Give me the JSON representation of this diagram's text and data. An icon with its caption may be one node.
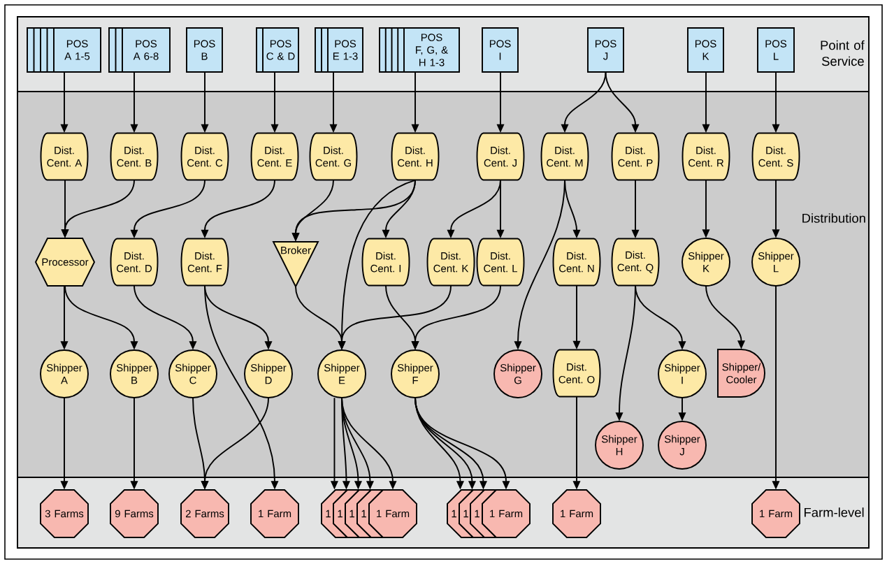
{
  "diagram": {
    "nodes": [
      {
        "text": [
          "Point of Service"
        ]
      },
      {
        "text": [
          "Distribution"
        ]
      },
      {
        "text": [
          "Farm-level"
        ]
      },
      {
        "text": [
          "POS A 1-5"
        ],
        "in": 0
      },
      {
        "text": [
          "POS A 6-8"
        ],
        "in": 0
      },
      {
        "text": [
          "POS B"
        ],
        "in": 0
      },
      {
        "text": [
          "POS C & D"
        ],
        "in": 0
      },
      {
        "text": [
          "POS E 1-3"
        ],
        "in": 0
      },
      {
        "text": [
          "POS F, G, & H 1-3"
        ],
        "in": 0
      },
      {
        "text": [
          "POS I"
        ],
        "in": 0
      },
      {
        "text": [
          "POS J"
        ],
        "in": 0
      },
      {
        "text": [
          "POS K"
        ],
        "in": 0
      },
      {
        "text": [
          "POS L"
        ],
        "in": 0
      },
      {
        "text": [
          "Dist. Cent. A"
        ],
        "in": 1
      },
      {
        "text": [
          "Dist. Cent. B"
        ],
        "in": 1
      },
      {
        "text": [
          "Dist. Cent. C"
        ],
        "in": 1
      },
      {
        "text": [
          "Dist. Cent. E"
        ],
        "in": 1
      },
      {
        "text": [
          "Dist. Cent. G"
        ],
        "in": 1
      },
      {
        "text": [
          "Dist. Cent. H"
        ],
        "in": 1
      },
      {
        "text": [
          "Dist. Cent. J"
        ],
        "in": 1
      },
      {
        "text": [
          "Dist. Cent. M"
        ],
        "in": 1
      },
      {
        "text": [
          "Dist. Cent. P"
        ],
        "in": 1
      },
      {
        "text": [
          "Dist. Cent. R"
        ],
        "in": 1
      },
      {
        "text": [
          "Dist. Cent. S"
        ],
        "in": 1
      },
      {
        "text": [
          "Processor"
        ],
        "in": 1
      },
      {
        "text": [
          "Dist. Cent. D"
        ],
        "in": 1
      },
      {
        "text": [
          "Dist. Cent. F"
        ],
        "in": 1
      },
      {
        "text": [
          "Broker"
        ],
        "in": 1
      },
      {
        "text": [
          "Dist. Cent. I"
        ],
        "in": 1
      },
      {
        "text": [
          "Dist. Cent. K"
        ],
        "in": 1
      },
      {
        "text": [
          "Dist. Cent. L"
        ],
        "in": 1
      },
      {
        "text": [
          "Dist. Cent. N"
        ],
        "in": 1
      },
      {
        "text": [
          "Dist. Cent. Q"
        ],
        "in": 1
      },
      {
        "text": [
          "Shipper K"
        ],
        "in": 1
      },
      {
        "text": [
          "Shipper L"
        ],
        "in": 1
      },
      {
        "text": [
          "Shipper A"
        ],
        "in": 1
      },
      {
        "text": [
          "Shipper B"
        ],
        "in": 1
      },
      {
        "text": [
          "Shipper C"
        ],
        "in": 1
      },
      {
        "text": [
          "Shipper D"
        ],
        "in": 1
      },
      {
        "text": [
          "Shipper E"
        ],
        "in": 1
      },
      {
        "text": [
          "Shipper F"
        ],
        "in": 1
      },
      {
        "text": [
          "Shipper G"
        ],
        "in": 1
      },
      {
        "text": [
          "Dist. Cent. O"
        ],
        "in": 1
      },
      {
        "text": [
          "Shipper I"
        ],
        "in": 1
      },
      {
        "text": [
          "Shipper/ Cooler"
        ],
        "in": 1
      },
      {
        "text": [
          "Shipper H"
        ],
        "in": 1
      },
      {
        "text": [
          "Shipper J"
        ],
        "in": 1
      },
      {
        "text": [
          "3 Farms"
        ],
        "in": 2
      },
      {
        "text": [
          "9 Farms"
        ],
        "in": 2
      },
      {
        "text": [
          "2 Farms"
        ],
        "in": 2
      },
      {
        "text": [
          "1 Farm"
        ],
        "in": 2
      },
      {
        "text": [
          "1"
        ],
        "in": 2
      },
      {
        "text": [
          "1"
        ],
        "in": 2
      },
      {
        "text": [
          "1"
        ],
        "in": 2
      },
      {
        "text": [
          "1"
        ],
        "in": 2
      },
      {
        "text": [
          "1 Farm"
        ],
        "in": 2
      },
      {
        "text": [
          "1"
        ],
        "in": 2
      },
      {
        "text": [
          "1"
        ],
        "in": 2
      },
      {
        "text": [
          "1"
        ],
        "in": 2
      },
      {
        "text": [
          "1 Farm"
        ],
        "in": 2
      },
      {
        "text": [
          "1 Farm"
        ],
        "in": 2
      },
      {
        "text": [
          "1 Farm"
        ],
        "in": 2
      }
    ],
    "edges": [
      {
        "from": 3,
        "to": 13,
        "arrow": "to"
      },
      {
        "from": 4,
        "to": 14,
        "arrow": "to"
      },
      {
        "from": 5,
        "to": 15,
        "arrow": "to"
      },
      {
        "from": 6,
        "to": 16,
        "arrow": "to"
      },
      {
        "from": 7,
        "to": 17,
        "arrow": "to"
      },
      {
        "from": 8,
        "to": 18,
        "arrow": "to"
      },
      {
        "from": 9,
        "to": 19,
        "arrow": "to"
      },
      {
        "from": 10,
        "to": 20,
        "arrow": "to"
      },
      {
        "from": 10,
        "to": 21,
        "arrow": "to"
      },
      {
        "from": 11,
        "to": 22,
        "arrow": "to"
      },
      {
        "from": 12,
        "to": 23,
        "arrow": "to"
      },
      {
        "from": 13,
        "to": 24,
        "arrow": "to"
      },
      {
        "from": 14,
        "to": 24,
        "arrow": "to"
      },
      {
        "from": 15,
        "to": 25,
        "arrow": "to"
      },
      {
        "from": 16,
        "to": 26,
        "arrow": "to"
      },
      {
        "from": 17,
        "to": 27,
        "arrow": "to"
      },
      {
        "from": 18,
        "to": 27,
        "arrow": "to"
      },
      {
        "from": 18,
        "to": 39,
        "arrow": "to"
      },
      {
        "from": 18,
        "to": 28,
        "arrow": "to"
      },
      {
        "from": 19,
        "to": 29,
        "arrow": "to"
      },
      {
        "from": 19,
        "to": 30,
        "arrow": "to"
      },
      {
        "from": 20,
        "to": 41,
        "arrow": "to"
      },
      {
        "from": 20,
        "to": 31,
        "arrow": "to"
      },
      {
        "from": 21,
        "to": 32,
        "arrow": "to"
      },
      {
        "from": 22,
        "to": 33,
        "arrow": "to"
      },
      {
        "from": 23,
        "to": 34,
        "arrow": "to"
      },
      {
        "from": 24,
        "to": 35,
        "arrow": "to"
      },
      {
        "from": 24,
        "to": 36,
        "arrow": "to"
      },
      {
        "from": 25,
        "to": 37,
        "arrow": "to"
      },
      {
        "from": 26,
        "to": 38,
        "arrow": "to"
      },
      {
        "from": 26,
        "to": 50,
        "arrow": "to"
      },
      {
        "from": 27,
        "to": 39,
        "arrow": "to"
      },
      {
        "from": 28,
        "to": 40,
        "arrow": "to"
      },
      {
        "from": 29,
        "to": 39,
        "arrow": "to"
      },
      {
        "from": 30,
        "to": 40,
        "arrow": "to"
      },
      {
        "from": 31,
        "to": 42,
        "arrow": "to"
      },
      {
        "from": 32,
        "to": 45,
        "arrow": "to"
      },
      {
        "from": 32,
        "to": 43,
        "arrow": "to"
      },
      {
        "from": 33,
        "to": 44,
        "arrow": "to"
      },
      {
        "from": 34,
        "to": 61,
        "arrow": "to"
      },
      {
        "from": 35,
        "to": 47,
        "arrow": "to"
      },
      {
        "from": 36,
        "to": 48,
        "arrow": "to"
      },
      {
        "from": 37,
        "to": 49,
        "arrow": "to"
      },
      {
        "from": 38,
        "to": 49,
        "arrow": "to"
      },
      {
        "from": 39,
        "to": 51,
        "arrow": "to"
      },
      {
        "from": 39,
        "to": 52,
        "arrow": "to"
      },
      {
        "from": 39,
        "to": 53,
        "arrow": "to"
      },
      {
        "from": 39,
        "to": 54,
        "arrow": "to"
      },
      {
        "from": 39,
        "to": 55,
        "arrow": "to"
      },
      {
        "from": 40,
        "to": 56,
        "arrow": "to"
      },
      {
        "from": 40,
        "to": 57,
        "arrow": "to"
      },
      {
        "from": 40,
        "to": 58,
        "arrow": "to"
      },
      {
        "from": 40,
        "to": 59,
        "arrow": "to"
      },
      {
        "from": 42,
        "to": 60,
        "arrow": "to"
      },
      {
        "from": 43,
        "to": 46,
        "arrow": "to"
      }
    ]
  }
}
